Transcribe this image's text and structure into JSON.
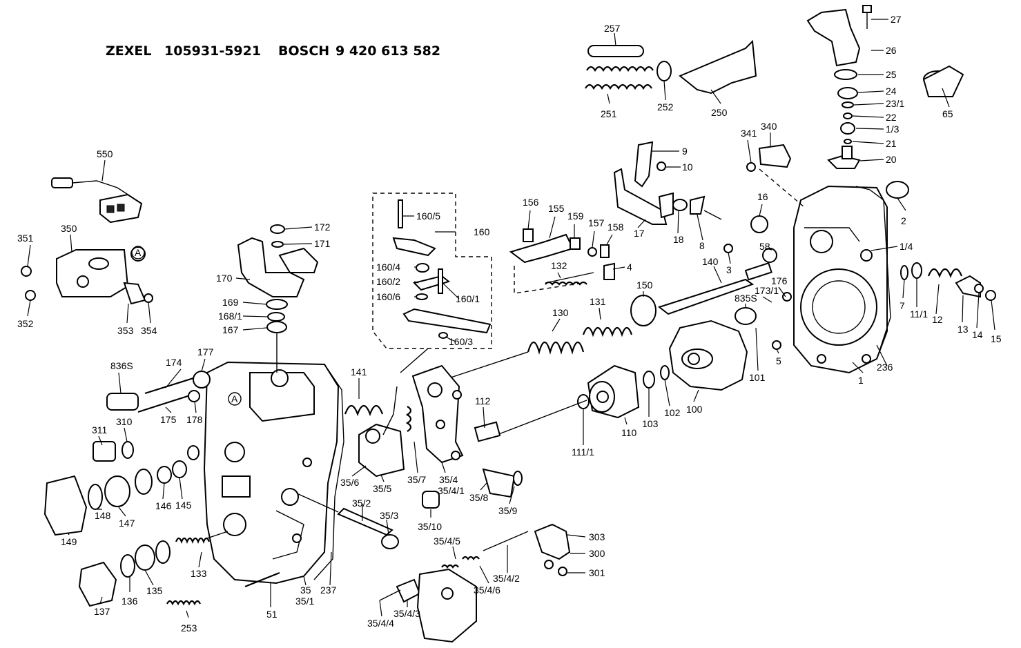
{
  "header": {
    "brand1": "ZEXEL",
    "part1": "105931-5921",
    "brand2": "BOSCH",
    "part2": "9 420 613 582"
  },
  "callouts": {
    "c257": "257",
    "c251": "251",
    "c252": "252",
    "c250": "250",
    "c27": "27",
    "c26": "26",
    "c25": "25",
    "c24": "24",
    "c23_1": "23/1",
    "c22": "22",
    "c1_3": "1/3",
    "c21": "21",
    "c20": "20",
    "c65": "65",
    "c341": "341",
    "c340": "340",
    "c9": "9",
    "c10": "10",
    "c550": "550",
    "c351": "351",
    "c350": "350",
    "cA1": "A",
    "c352": "352",
    "c353": "353",
    "c354": "354",
    "c172": "172",
    "c171": "171",
    "c170": "170",
    "c169": "169",
    "c168_1": "168/1",
    "c167": "167",
    "c160_5": "160/5",
    "c160": "160",
    "c160_4": "160/4",
    "c160_2": "160/2",
    "c160_6": "160/6",
    "c160_1": "160/1",
    "c160_3": "160/3",
    "c156": "156",
    "c155": "155",
    "c159": "159",
    "c157": "157",
    "c158": "158",
    "c132": "132",
    "c4": "4",
    "c17": "17",
    "c18": "18",
    "c8": "8",
    "c16": "16",
    "c2": "2",
    "c1_4": "1/4",
    "c58": "58",
    "c3": "3",
    "c140": "140",
    "c150": "150",
    "c176": "176",
    "c835s_r": "835S",
    "c173_1": "173/1",
    "c7": "7",
    "c11_1a": "11/1",
    "c12": "12",
    "c13": "13",
    "c14": "14",
    "c15": "15",
    "c130": "130",
    "c131": "131",
    "c5": "5",
    "c101": "101",
    "c236": "236",
    "c1": "1",
    "c100": "100",
    "c102": "102",
    "c103": "103",
    "c110": "110",
    "c111_1": "111/1",
    "c112": "112",
    "c141": "141",
    "c836s": "836S",
    "c174": "174",
    "c177": "177",
    "c175": "175",
    "c178": "178",
    "cA2": "A",
    "c311": "311",
    "c310": "310",
    "c146": "146",
    "c145": "145",
    "c149": "149",
    "c148": "148",
    "c147": "147",
    "c35_6": "35/6",
    "c35_5": "35/5",
    "c35_7": "35/7",
    "c35_4": "35/4",
    "c35_4_1": "35/4/1",
    "c35_8": "35/8",
    "c35_9": "35/9",
    "c35_2": "35/2",
    "c35_3": "35/3",
    "c35_10": "35/10",
    "c35_4_5": "35/4/5",
    "c35_4_2": "35/4/2",
    "c35_4_6": "35/4/6",
    "c35_4_3": "35/4/3",
    "c35_4_4": "35/4/4",
    "c303": "303",
    "c300": "300",
    "c301": "301",
    "c133": "133",
    "c137": "137",
    "c136": "136",
    "c135": "135",
    "c253": "253",
    "c51": "51",
    "c35": "35",
    "c35_1": "35/1",
    "c237": "237"
  }
}
